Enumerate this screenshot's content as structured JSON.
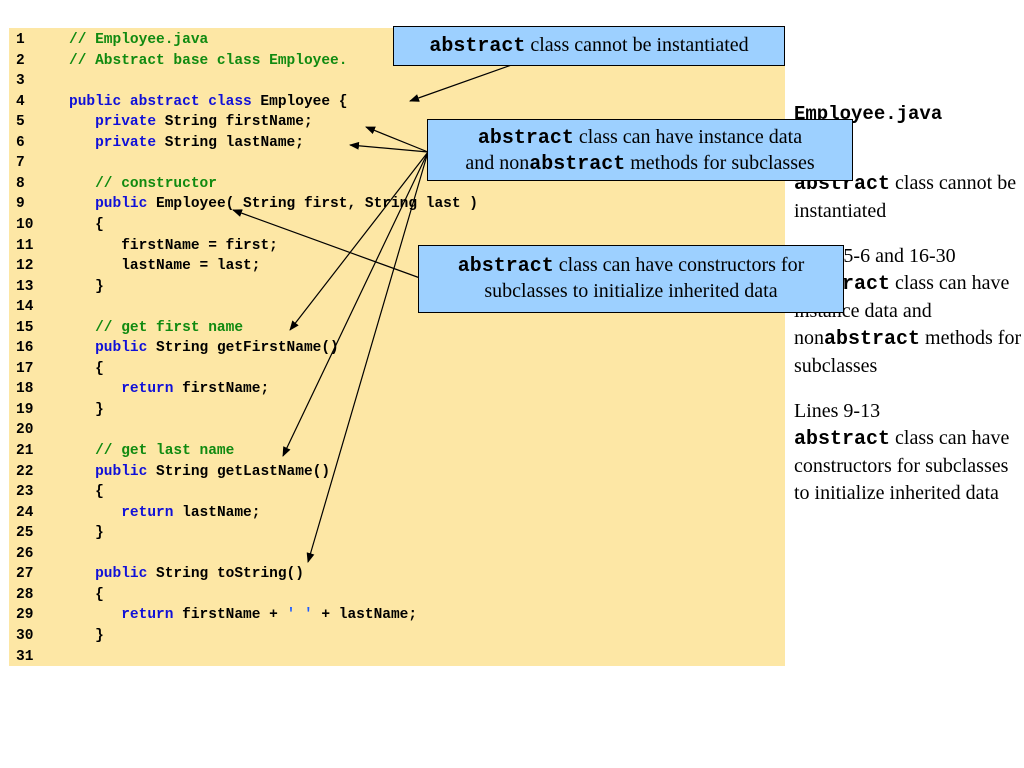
{
  "code": {
    "lines": [
      {
        "n": "1",
        "indent": "",
        "segs": [
          {
            "t": "// Employee.java",
            "c": "cm"
          }
        ]
      },
      {
        "n": "2",
        "indent": "",
        "segs": [
          {
            "t": "// Abstract base class Employee.",
            "c": "cm"
          }
        ]
      },
      {
        "n": "3",
        "indent": "",
        "segs": []
      },
      {
        "n": "4",
        "indent": "",
        "segs": [
          {
            "t": "public abstract class",
            "c": "kw"
          },
          {
            "t": " Employee {",
            "c": ""
          }
        ]
      },
      {
        "n": "5",
        "indent": "   ",
        "segs": [
          {
            "t": "private",
            "c": "kw"
          },
          {
            "t": " String firstName;",
            "c": ""
          }
        ]
      },
      {
        "n": "6",
        "indent": "   ",
        "segs": [
          {
            "t": "private",
            "c": "kw"
          },
          {
            "t": " String lastName;",
            "c": ""
          }
        ]
      },
      {
        "n": "7",
        "indent": "",
        "segs": []
      },
      {
        "n": "8",
        "indent": "   ",
        "segs": [
          {
            "t": "// constructor",
            "c": "cm"
          }
        ]
      },
      {
        "n": "9",
        "indent": "   ",
        "segs": [
          {
            "t": "public",
            "c": "kw"
          },
          {
            "t": " Employee( String first, String last )",
            "c": ""
          }
        ]
      },
      {
        "n": "10",
        "indent": "   ",
        "segs": [
          {
            "t": "{",
            "c": ""
          }
        ]
      },
      {
        "n": "11",
        "indent": "      ",
        "segs": [
          {
            "t": "firstName = first;",
            "c": ""
          }
        ]
      },
      {
        "n": "12",
        "indent": "      ",
        "segs": [
          {
            "t": "lastName = last;",
            "c": ""
          }
        ]
      },
      {
        "n": "13",
        "indent": "   ",
        "segs": [
          {
            "t": "}",
            "c": ""
          }
        ]
      },
      {
        "n": "14",
        "indent": "",
        "segs": []
      },
      {
        "n": "15",
        "indent": "   ",
        "segs": [
          {
            "t": "// get first name",
            "c": "cm"
          }
        ]
      },
      {
        "n": "16",
        "indent": "   ",
        "segs": [
          {
            "t": "public",
            "c": "kw"
          },
          {
            "t": " String getFirstName()",
            "c": ""
          }
        ]
      },
      {
        "n": "17",
        "indent": "   ",
        "segs": [
          {
            "t": "{",
            "c": ""
          }
        ]
      },
      {
        "n": "18",
        "indent": "      ",
        "segs": [
          {
            "t": "return",
            "c": "kw"
          },
          {
            "t": " firstName;",
            "c": ""
          }
        ]
      },
      {
        "n": "19",
        "indent": "   ",
        "segs": [
          {
            "t": "}",
            "c": ""
          }
        ]
      },
      {
        "n": "20",
        "indent": "",
        "segs": []
      },
      {
        "n": "21",
        "indent": "   ",
        "segs": [
          {
            "t": "// get last name",
            "c": "cm"
          }
        ]
      },
      {
        "n": "22",
        "indent": "   ",
        "segs": [
          {
            "t": "public",
            "c": "kw"
          },
          {
            "t": " String getLastName()",
            "c": ""
          }
        ]
      },
      {
        "n": "23",
        "indent": "   ",
        "segs": [
          {
            "t": "{",
            "c": ""
          }
        ]
      },
      {
        "n": "24",
        "indent": "      ",
        "segs": [
          {
            "t": "return",
            "c": "kw"
          },
          {
            "t": " lastName;",
            "c": ""
          }
        ]
      },
      {
        "n": "25",
        "indent": "   ",
        "segs": [
          {
            "t": "}",
            "c": ""
          }
        ]
      },
      {
        "n": "26",
        "indent": "",
        "segs": []
      },
      {
        "n": "27",
        "indent": "   ",
        "segs": [
          {
            "t": "public",
            "c": "kw"
          },
          {
            "t": " String toString()",
            "c": ""
          }
        ]
      },
      {
        "n": "28",
        "indent": "   ",
        "segs": [
          {
            "t": "{",
            "c": ""
          }
        ]
      },
      {
        "n": "29",
        "indent": "      ",
        "segs": [
          {
            "t": "return",
            "c": "kw"
          },
          {
            "t": " firstName + ",
            "c": ""
          },
          {
            "t": "' '",
            "c": "str"
          },
          {
            "t": " + lastName;",
            "c": ""
          }
        ]
      },
      {
        "n": "30",
        "indent": "   ",
        "segs": [
          {
            "t": "}",
            "c": ""
          }
        ]
      },
      {
        "n": "31",
        "indent": "",
        "segs": []
      }
    ]
  },
  "callouts": {
    "c1": {
      "kw": "abstract",
      "text": " class cannot be instantiated"
    },
    "c2": {
      "kw": "abstract",
      "text1": " class can have instance data",
      "line2_pre": "and non",
      "kw2": "abstract",
      "line2_post": " methods for subclasses"
    },
    "c3": {
      "kw": "abstract",
      "text1": " class can have constructors for",
      "line2": "subclasses to initialize inherited data"
    }
  },
  "sidebar": {
    "title": "Employee.java",
    "block1_kw": "abstract",
    "block1_text": " class cannot be instantiated",
    "block2_lines": "Lines 5-6 and 16-30",
    "block2_kw": "abstract",
    "block2_text": " class can have instance data and non",
    "block2_kw2": "abstract",
    "block2_tail": " methods for subclasses",
    "block3_lines": "Lines 9-13",
    "block3_kw": "abstract",
    "block3_text": " class can have constructors for subclasses to initialize inherited data"
  },
  "colors": {
    "code_bg": "#fde7a5",
    "callout_bg": "#9dd0ff",
    "keyword": "#1010d8",
    "comment": "#108a10",
    "string": "#1e5cff"
  }
}
